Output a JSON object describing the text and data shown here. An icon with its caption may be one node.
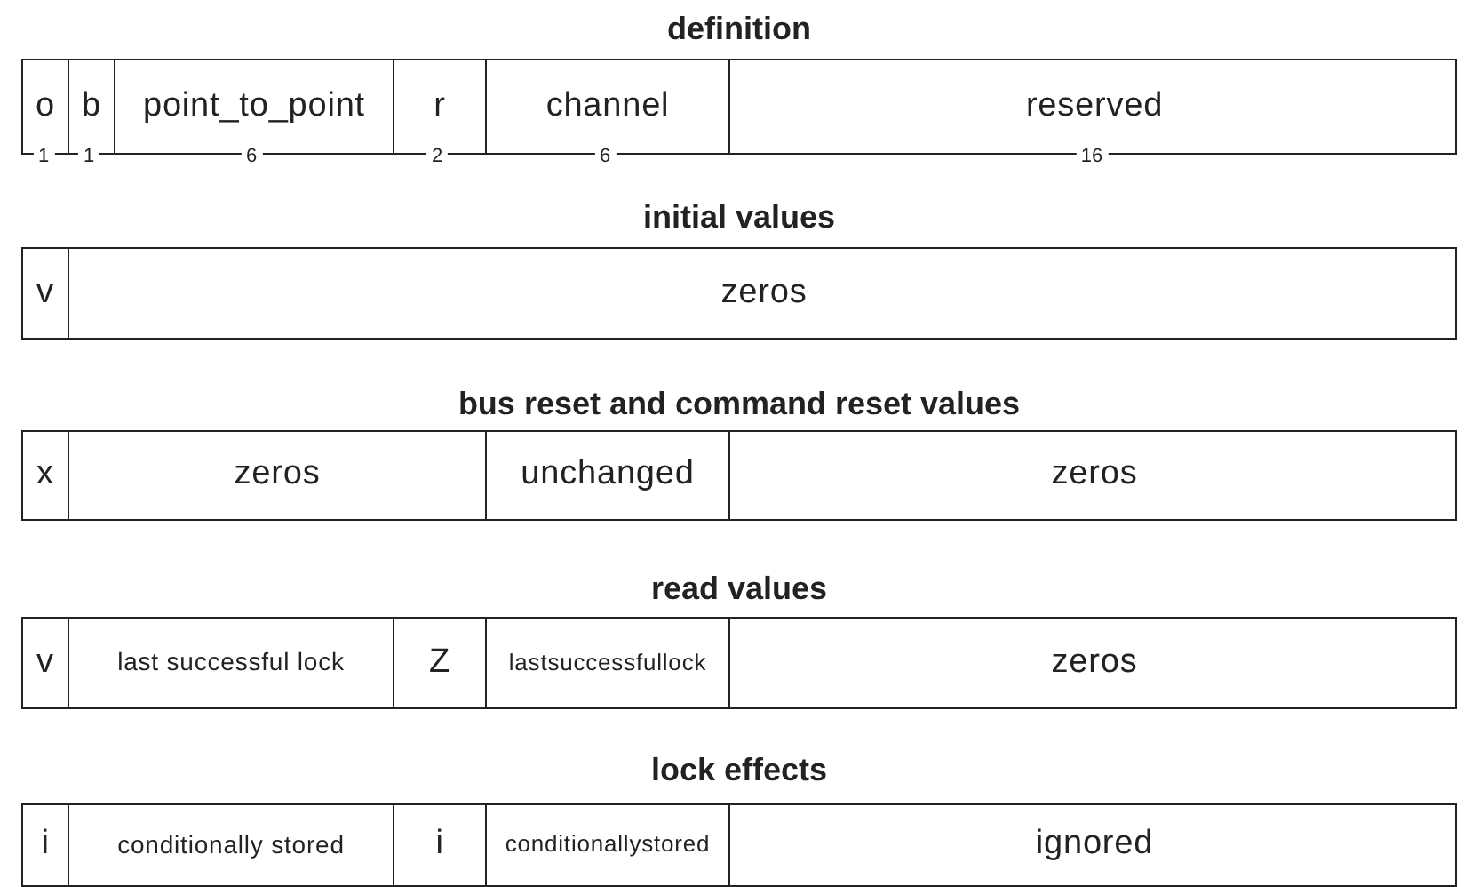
{
  "diagram": {
    "nodes": [
      {
        "text": [
          "definition"
        ]
      },
      {
        "text": [
          "o"
        ],
        "in": 0,
        "beside": [
          "1"
        ]
      },
      {
        "text": [
          "b"
        ],
        "in": 0,
        "beside": [
          "1"
        ]
      },
      {
        "text": [
          "point_to_point"
        ],
        "in": 0,
        "beside": [
          "6"
        ]
      },
      {
        "text": [
          "r"
        ],
        "in": 0,
        "beside": [
          "2"
        ]
      },
      {
        "text": [
          "channel"
        ],
        "in": 0,
        "beside": [
          "6"
        ]
      },
      {
        "text": [
          "reserved"
        ],
        "in": 0,
        "beside": [
          "16"
        ]
      },
      {
        "text": [
          "initial values"
        ]
      },
      {
        "text": [
          "v"
        ],
        "in": 7
      },
      {
        "text": [
          "zeros"
        ],
        "in": 7
      },
      {
        "text": [
          "bus reset and command reset values"
        ]
      },
      {
        "text": [
          "x"
        ],
        "in": 10
      },
      {
        "text": [
          "zeros"
        ],
        "in": 10
      },
      {
        "text": [
          "unchanged"
        ],
        "in": 10
      },
      {
        "text": [
          "zeros"
        ],
        "in": 10
      },
      {
        "text": [
          "read values"
        ]
      },
      {
        "text": [
          "v"
        ],
        "in": 15
      },
      {
        "text": [
          "last successful lock"
        ],
        "in": 15
      },
      {
        "text": [
          "Z"
        ],
        "in": 15
      },
      {
        "text": [
          "lastsuccessfullock"
        ],
        "in": 15
      },
      {
        "text": [
          "zeros"
        ],
        "in": 15
      },
      {
        "text": [
          "lock effects"
        ]
      },
      {
        "text": [
          "i"
        ],
        "in": 21
      },
      {
        "text": [
          "conditionally stored"
        ],
        "in": 21
      },
      {
        "text": [
          "i"
        ],
        "in": 21
      },
      {
        "text": [
          "conditionallystored"
        ],
        "in": 21
      },
      {
        "text": [
          "ignored"
        ],
        "in": 21
      }
    ]
  }
}
